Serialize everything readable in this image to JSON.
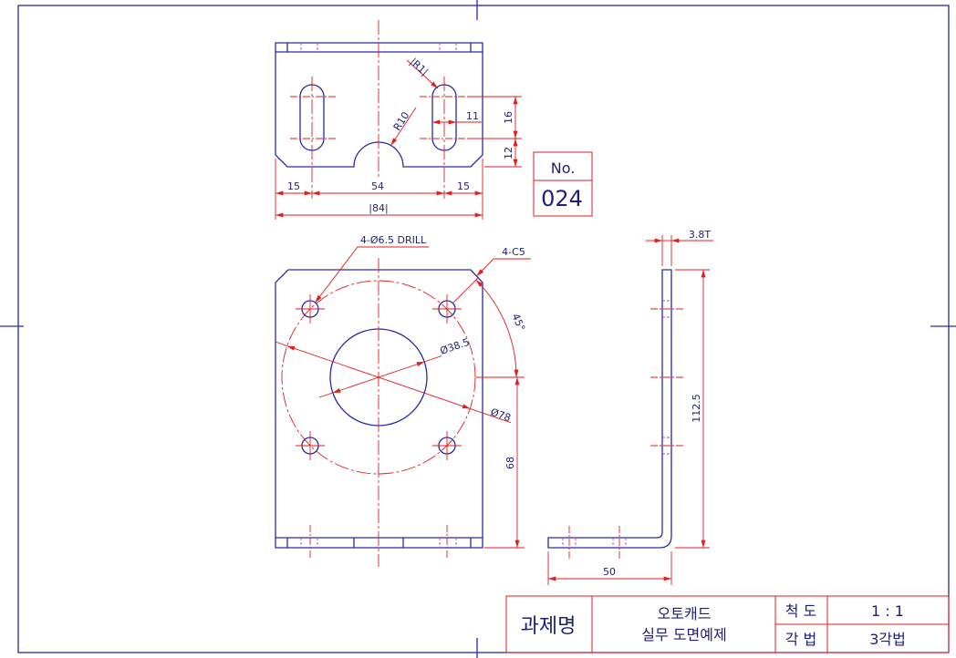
{
  "colors": {
    "outline": "#2a2aa8",
    "dimension": "#e41e1e",
    "center": "#e41e1e",
    "hidden": "#c43cc4",
    "text": "#1e1e78",
    "paper": "#ffffff"
  },
  "top_view": {
    "dims": {
      "left": "15",
      "middle": "54",
      "right": "15",
      "overall": "|84|",
      "slot_width": "11",
      "slot_spacing": "16",
      "slot_to_edge": "12",
      "notch_radius": "R10",
      "slot_radius": "|R1|"
    }
  },
  "drawing_no": {
    "label": "No.",
    "number": "024"
  },
  "front_view": {
    "drill_note": "4-Ø6.5 DRILL",
    "chamfer_note": "4-C5",
    "angle": "45°",
    "bore_dia": "Ø38.5",
    "pcd_dia": "Ø78",
    "height_to_center": "68"
  },
  "side_view": {
    "thickness": "3.8T",
    "height": "112.5",
    "leg_length": "50"
  },
  "title_block": {
    "project_label": "과제명",
    "project_line1": "오토캐드",
    "project_line2": "실무 도면예제",
    "scale_label": "척 도",
    "scale_value": "1 : 1",
    "projection_label": "각 법",
    "projection_value": "3각법"
  }
}
